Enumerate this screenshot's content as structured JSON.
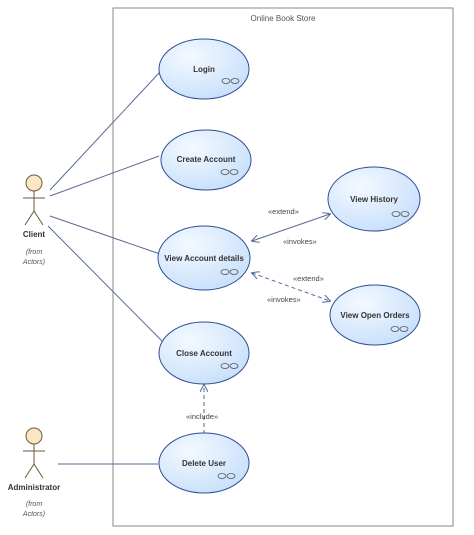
{
  "system": {
    "title": "Online Book Store"
  },
  "actors": {
    "client": {
      "name": "Client",
      "from_line1": "(from",
      "from_line2": "Actors)"
    },
    "administrator": {
      "name": "Administrator",
      "from_line1": "(from",
      "from_line2": "Actors)"
    }
  },
  "use_cases": {
    "login": "Login",
    "create_account": "Create Account",
    "view_account_details": "View Account details",
    "close_account": "Close Account",
    "delete_user": "Delete User",
    "view_history": "View History",
    "view_open_orders": "View Open Orders"
  },
  "relations": {
    "history_extend": "«extend»",
    "history_invokes": "«invokes»",
    "orders_extend": "«extend»",
    "orders_invokes": "«invokes»",
    "include": "«include»"
  },
  "colors": {
    "usecase_fill_light": "#f4f9ff",
    "usecase_fill_dark": "#c8e0fb",
    "usecase_stroke": "#2f4f8f",
    "actor_fill": "#fbe7c6",
    "line": "#5a6a9a"
  }
}
